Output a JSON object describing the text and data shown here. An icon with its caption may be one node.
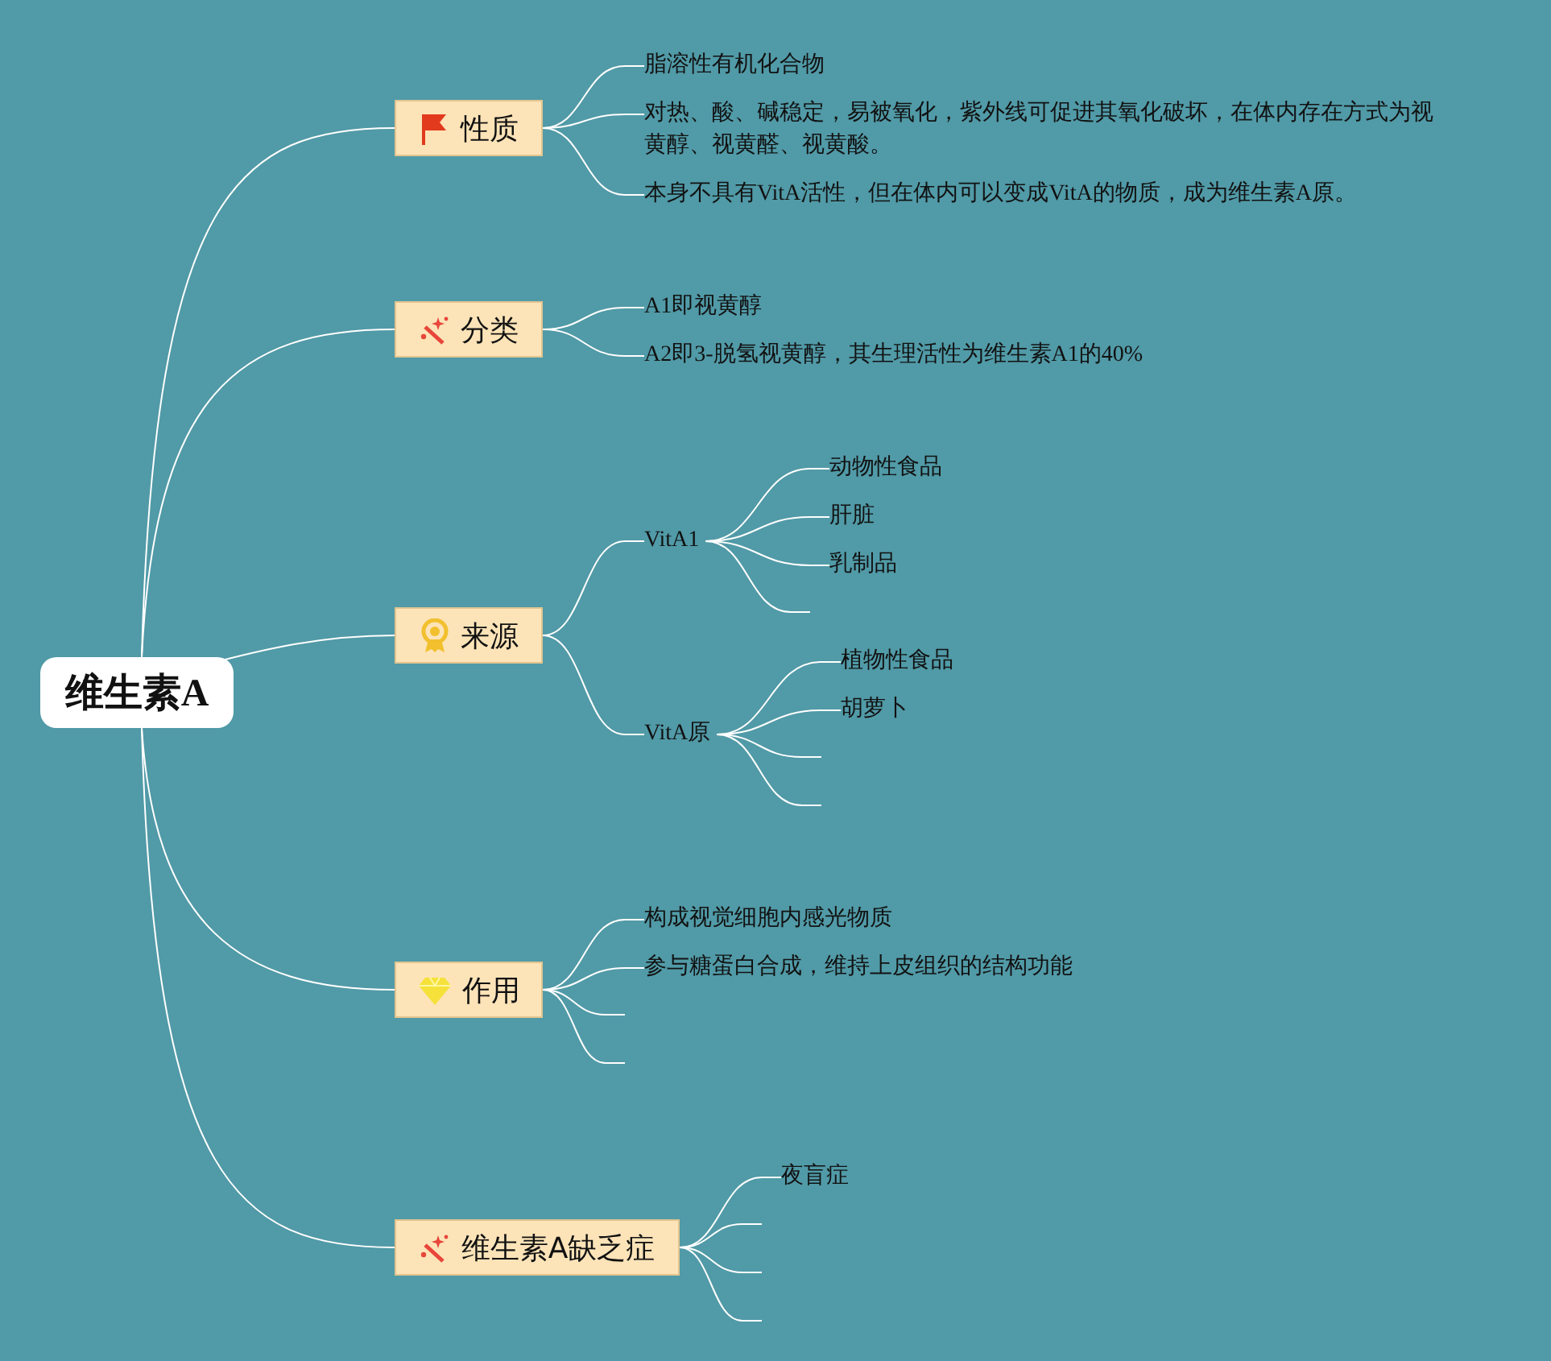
{
  "diagram": {
    "nodes": [
      {
        "text": [
          "维生素A"
        ]
      },
      {
        "text": [
          "性质"
        ]
      },
      {
        "text": [
          "脂溶性有机化合物"
        ]
      },
      {
        "text": [
          "对热、酸、碱稳定，易被氧化，紫外线可促进其氧化破坏，在体内存在方式为视黄醇、视黄醛、视黄酸。"
        ]
      },
      {
        "text": [
          "本身不具有VitA活性，但在体内可以变成VitA的物质，成为维生素A原。"
        ]
      },
      {
        "text": [
          "分类"
        ]
      },
      {
        "text": [
          "A1即视黄醇"
        ]
      },
      {
        "text": [
          "A2即3-脱氢视黄醇，其生理活性为维生素A1的40%"
        ]
      },
      {
        "text": [
          "来源"
        ]
      },
      {
        "text": [
          "VitA1"
        ]
      },
      {
        "text": [
          "动物性食品"
        ]
      },
      {
        "text": [
          "肝脏"
        ]
      },
      {
        "text": [
          "乳制品"
        ]
      },
      {
        "text": [
          "VitA原"
        ]
      },
      {
        "text": [
          "植物性食品"
        ]
      },
      {
        "text": [
          "胡萝卜"
        ]
      },
      {
        "text": [
          "作用"
        ]
      },
      {
        "text": [
          "构成视觉细胞内感光物质"
        ]
      },
      {
        "text": [
          "参与糖蛋白合成，维持上皮组织的结构功能"
        ]
      },
      {
        "text": [
          "维生素A缺乏症"
        ]
      },
      {
        "text": [
          "夜盲症"
        ]
      }
    ],
    "edges": [
      {
        "from": 0,
        "to": 1,
        "arrow": "none"
      },
      {
        "from": 0,
        "to": 5,
        "arrow": "none"
      },
      {
        "from": 0,
        "to": 8,
        "arrow": "none"
      },
      {
        "from": 0,
        "to": 16,
        "arrow": "none"
      },
      {
        "from": 0,
        "to": 19,
        "arrow": "none"
      },
      {
        "from": 1,
        "to": 2,
        "arrow": "none"
      },
      {
        "from": 1,
        "to": 3,
        "arrow": "none"
      },
      {
        "from": 1,
        "to": 4,
        "arrow": "none"
      },
      {
        "from": 5,
        "to": 6,
        "arrow": "none"
      },
      {
        "from": 5,
        "to": 7,
        "arrow": "none"
      },
      {
        "from": 8,
        "to": 9,
        "arrow": "none"
      },
      {
        "from": 8,
        "to": 13,
        "arrow": "none"
      },
      {
        "from": 9,
        "to": 10,
        "arrow": "none"
      },
      {
        "from": 9,
        "to": 11,
        "arrow": "none"
      },
      {
        "from": 9,
        "to": 12,
        "arrow": "none"
      },
      {
        "from": 9,
        "to": null,
        "arrow": "none"
      },
      {
        "from": 13,
        "to": 14,
        "arrow": "none"
      },
      {
        "from": 13,
        "to": 15,
        "arrow": "none"
      },
      {
        "from": 13,
        "to": null,
        "arrow": "none"
      },
      {
        "from": 13,
        "to": null,
        "arrow": "none"
      },
      {
        "from": 16,
        "to": 17,
        "arrow": "none"
      },
      {
        "from": 16,
        "to": 18,
        "arrow": "none"
      },
      {
        "from": 16,
        "to": null,
        "arrow": "none"
      },
      {
        "from": 16,
        "to": null,
        "arrow": "none"
      },
      {
        "from": 19,
        "to": 20,
        "arrow": "none"
      },
      {
        "from": 19,
        "to": null,
        "arrow": "none"
      },
      {
        "from": 19,
        "to": null,
        "arrow": "none"
      },
      {
        "from": 19,
        "to": null,
        "arrow": "none"
      }
    ]
  }
}
